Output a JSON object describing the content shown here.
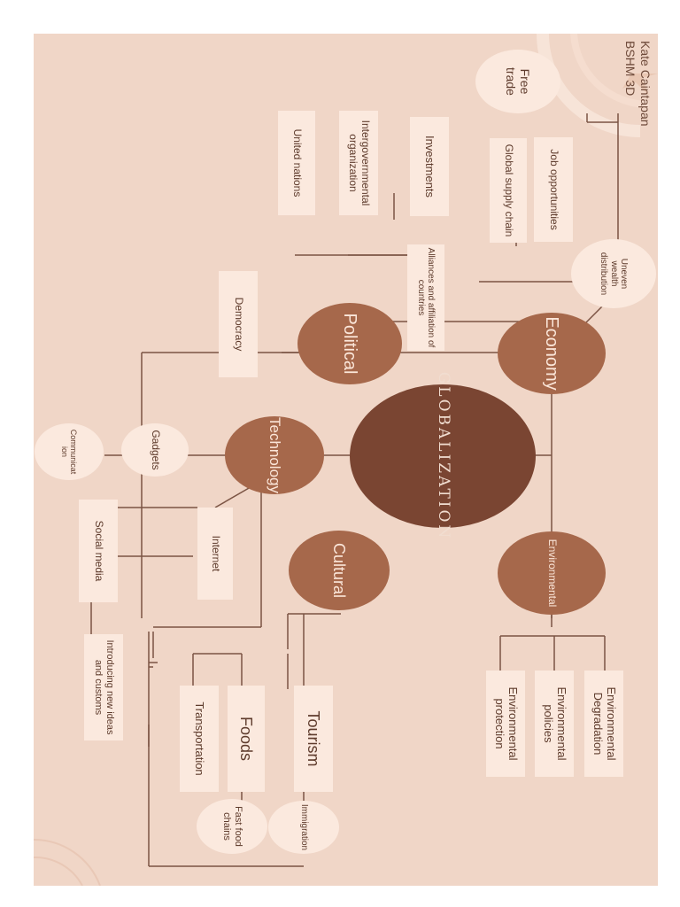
{
  "author": {
    "name": "Kate Caintapan",
    "section": "BSHM 3D"
  },
  "center": "GLOBALIZATION",
  "economy": {
    "label": "Economy",
    "free_trade": "Free trade",
    "global_supply_chain": "Global supply chain",
    "job_opportunities": "Job opportunities",
    "uneven_wealth": "Uneven wealth distribution",
    "investments": "Investments",
    "alliances": "Alliances and affiliation of countries"
  },
  "political": {
    "label": "Political",
    "intergovernmental": "Intergovernmental organization",
    "united_nations": "United nations",
    "democracy": "Democracy"
  },
  "technology": {
    "label": "Technology",
    "gadgets": "Gadgets",
    "communication": "Communicat ion",
    "social_media": "Social media",
    "internet": "Internet",
    "introducing": "Introducing new ideas and customs"
  },
  "cultural": {
    "label": "Cultural",
    "tourism": "Tourism",
    "foods": "Foods",
    "transportation": "Transportation",
    "immigration": "Immigration",
    "fast_food": "Fast food chains"
  },
  "environmental": {
    "label": "Environmental",
    "degradation": "Environmental Degradation",
    "policies": "Environmental policies",
    "protection": "Environmental protection"
  },
  "colors": {
    "background": "#f0d6c7",
    "box": "#fbe9de",
    "category": "#a6684b",
    "center": "#7a4532",
    "line": "#7b5444"
  }
}
